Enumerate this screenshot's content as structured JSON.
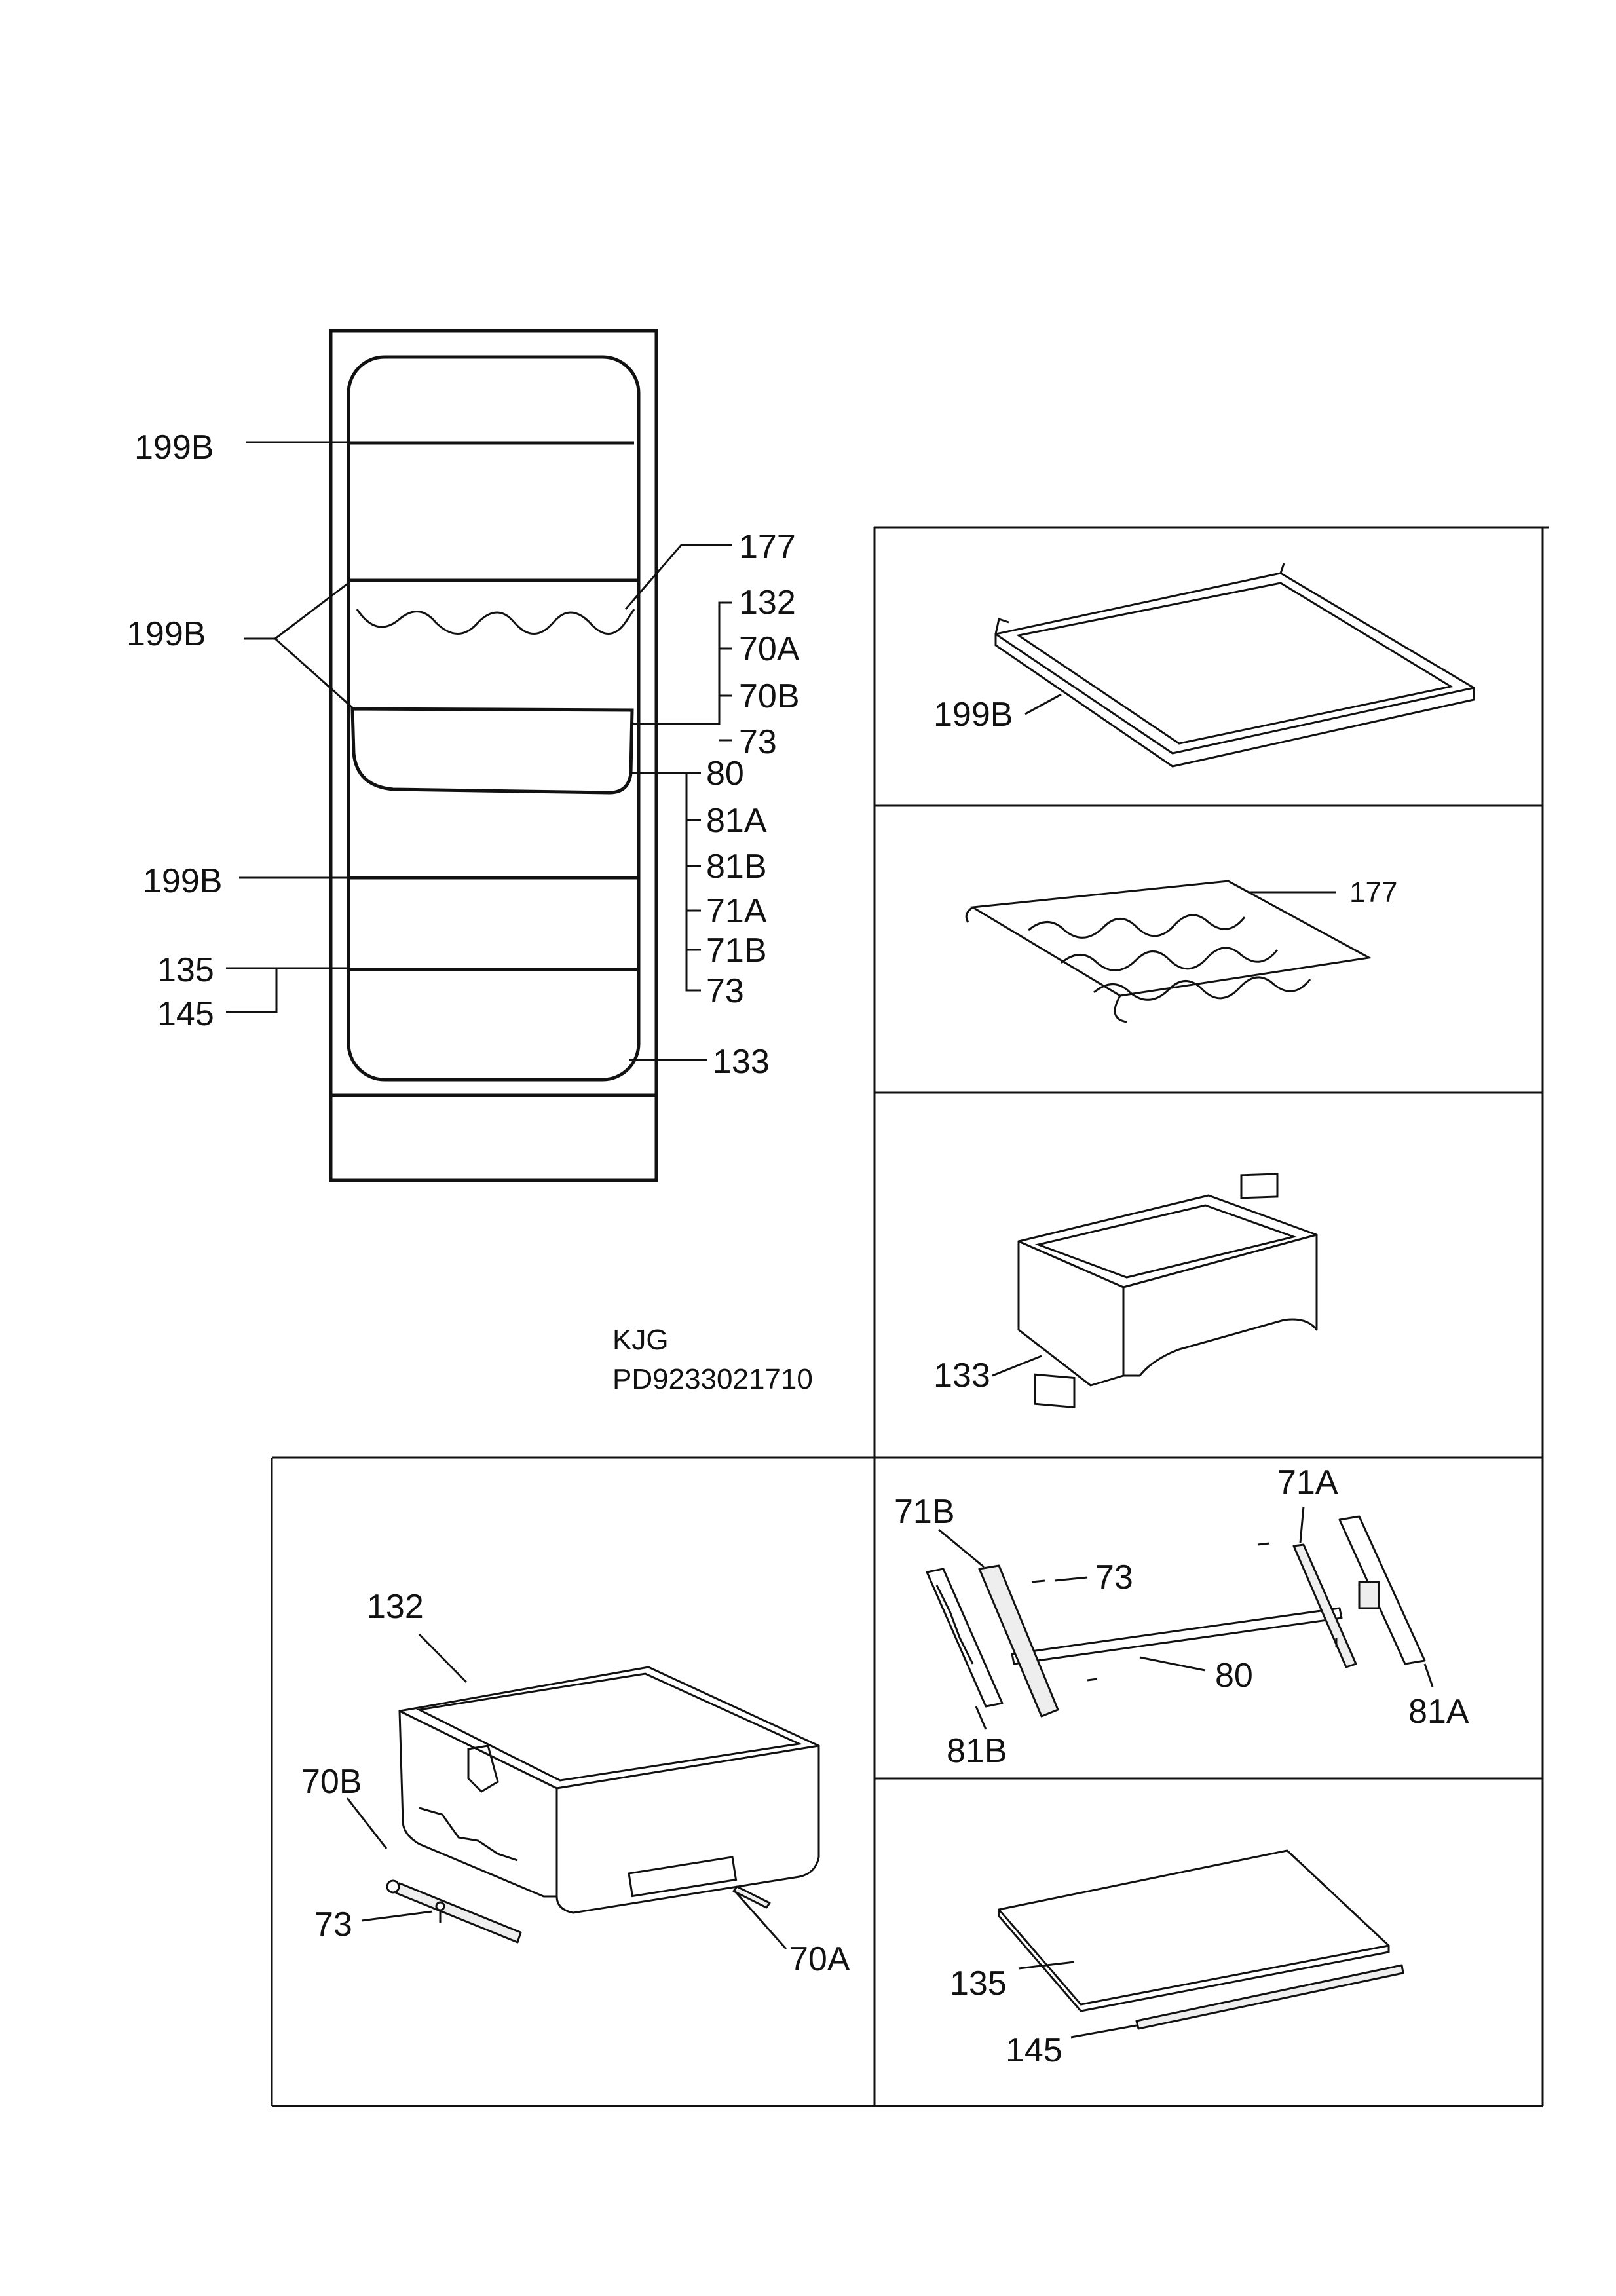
{
  "cabinet_callouts": {
    "shelf_top": "199B",
    "shelf_double": "199B",
    "wine_rack": "177",
    "drawer_group": [
      "132",
      "70A",
      "70B",
      "73"
    ],
    "slide_group": [
      "80",
      "81A",
      "81B",
      "71A",
      "71B",
      "73"
    ],
    "shelf_lower": "199B",
    "cover_plate": "135",
    "cover_trim": "145",
    "crisper": "133"
  },
  "model_code": {
    "line1": "KJG",
    "line2": "PD9233021710"
  },
  "panels": {
    "glass_shelf": {
      "label": "199B"
    },
    "wine_rack": {
      "label": "177"
    },
    "crisper": {
      "label": "133"
    },
    "drawer": {
      "drawer": "132",
      "rail_left": "70B",
      "screw": "73",
      "rail_right": "70A"
    },
    "slide": {
      "left_bracket": "71B",
      "right_bracket": "71A",
      "screw": "73",
      "rod": "80",
      "left_runner": "81B",
      "right_runner": "81A"
    },
    "cover": {
      "plate": "135",
      "trim": "145"
    }
  }
}
